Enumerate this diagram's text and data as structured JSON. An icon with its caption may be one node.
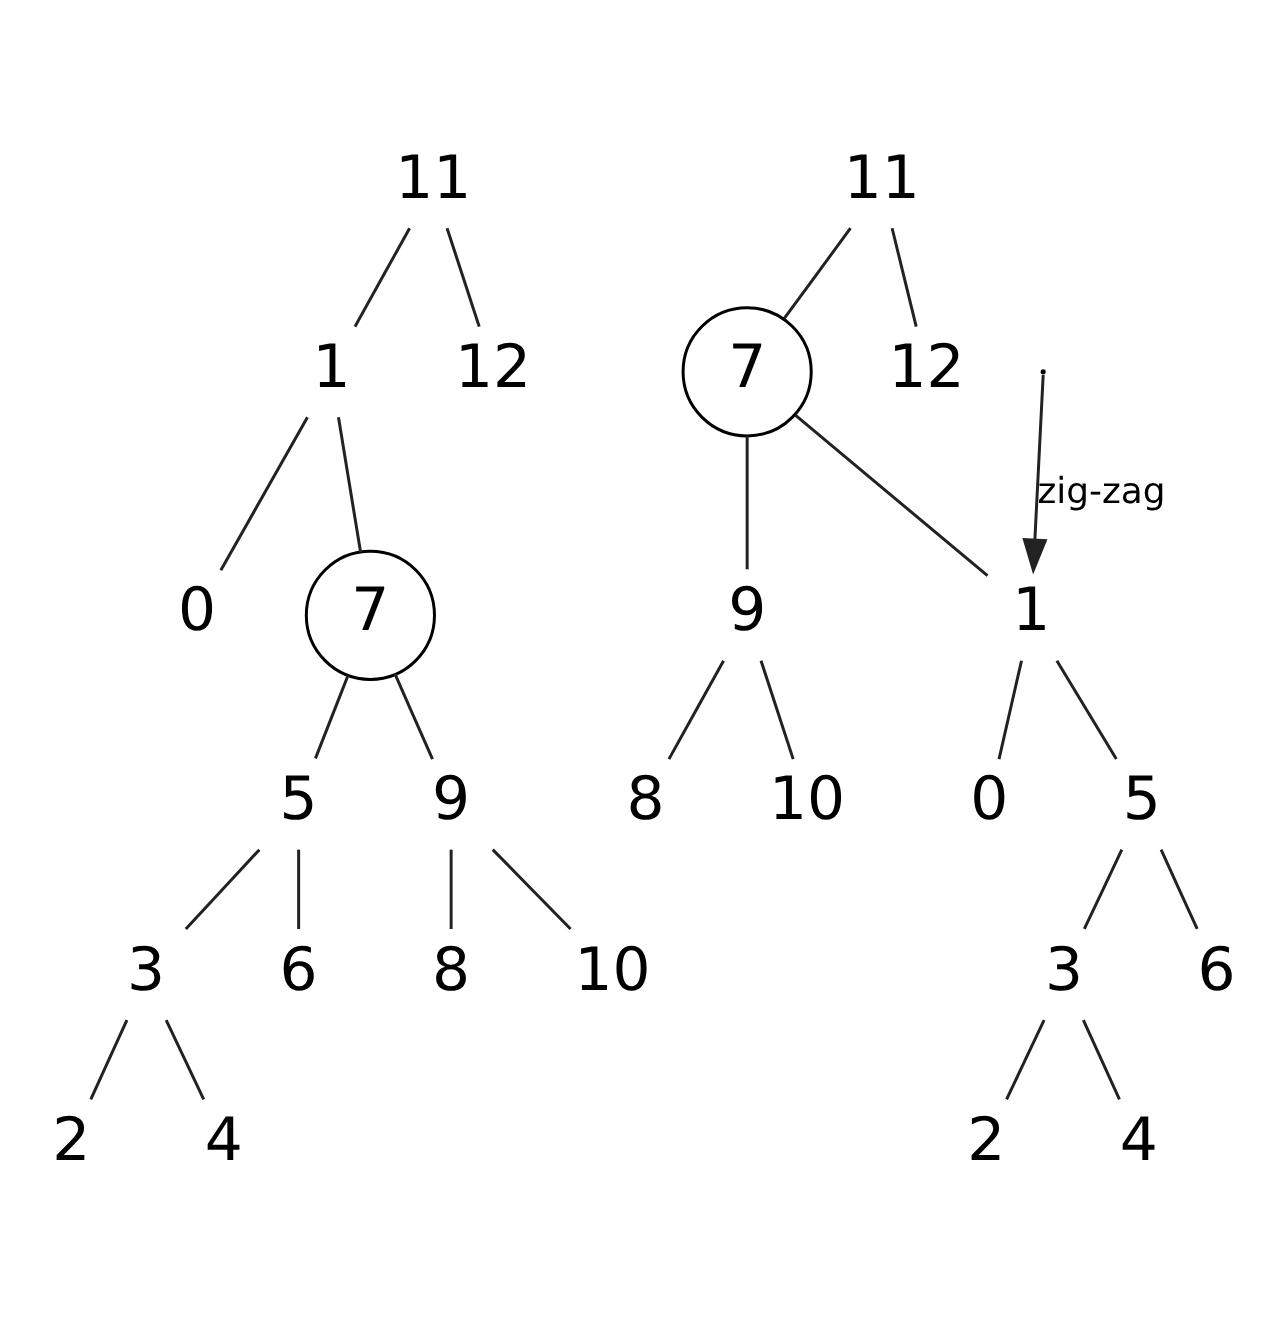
{
  "diagram": {
    "nodes": [
      {
        "text": [
          "11"
        ]
      },
      {
        "text": [
          "1"
        ]
      },
      {
        "text": [
          "12"
        ]
      },
      {
        "text": [
          "0"
        ]
      },
      {
        "text": [
          "7"
        ]
      },
      {
        "text": [
          "5"
        ]
      },
      {
        "text": [
          "9"
        ]
      },
      {
        "text": [
          "3"
        ]
      },
      {
        "text": [
          "6"
        ]
      },
      {
        "text": [
          "8"
        ]
      },
      {
        "text": [
          "10"
        ]
      },
      {
        "text": [
          "2"
        ]
      },
      {
        "text": [
          "4"
        ]
      },
      {
        "text": [
          "11"
        ]
      },
      {
        "text": [
          "7"
        ]
      },
      {
        "text": [
          "12"
        ]
      },
      {
        "text": [
          "1"
        ]
      },
      {
        "text": [
          "9"
        ]
      },
      {
        "text": [
          "0"
        ]
      },
      {
        "text": [
          "5"
        ]
      },
      {
        "text": [
          "8"
        ]
      },
      {
        "text": [
          "10"
        ]
      },
      {
        "text": [
          "3"
        ]
      },
      {
        "text": [
          "6"
        ]
      },
      {
        "text": [
          "2"
        ]
      },
      {
        "text": [
          "4"
        ]
      }
    ],
    "edges": [
      {
        "from": 0,
        "to": 1,
        "arrow": "none"
      },
      {
        "from": 0,
        "to": 2,
        "arrow": "none"
      },
      {
        "from": 1,
        "to": 3,
        "arrow": "none"
      },
      {
        "from": 1,
        "to": 4,
        "arrow": "none"
      },
      {
        "from": 4,
        "to": 5,
        "arrow": "none"
      },
      {
        "from": 4,
        "to": 6,
        "arrow": "none"
      },
      {
        "from": 5,
        "to": 7,
        "arrow": "none"
      },
      {
        "from": 5,
        "to": 8,
        "arrow": "none"
      },
      {
        "from": 6,
        "to": 9,
        "arrow": "none"
      },
      {
        "from": 6,
        "to": 10,
        "arrow": "none"
      },
      {
        "from": 7,
        "to": 11,
        "arrow": "none"
      },
      {
        "from": 7,
        "to": 12,
        "arrow": "none"
      },
      {
        "from": null,
        "to": 16,
        "arrow": "to",
        "label": "zig-zag"
      },
      {
        "from": 13,
        "to": 14,
        "arrow": "none"
      },
      {
        "from": 13,
        "to": 15,
        "arrow": "none"
      },
      {
        "from": 14,
        "to": 16,
        "arrow": "none"
      },
      {
        "from": 14,
        "to": 17,
        "arrow": "none"
      },
      {
        "from": 16,
        "to": 18,
        "arrow": "none"
      },
      {
        "from": 16,
        "to": 19,
        "arrow": "none"
      },
      {
        "from": 17,
        "to": 20,
        "arrow": "none"
      },
      {
        "from": 17,
        "to": 21,
        "arrow": "none"
      },
      {
        "from": 19,
        "to": 22,
        "arrow": "none"
      },
      {
        "from": 19,
        "to": 23,
        "arrow": "none"
      },
      {
        "from": 22,
        "to": 24,
        "arrow": "none"
      },
      {
        "from": 22,
        "to": 25,
        "arrow": "none"
      }
    ]
  }
}
